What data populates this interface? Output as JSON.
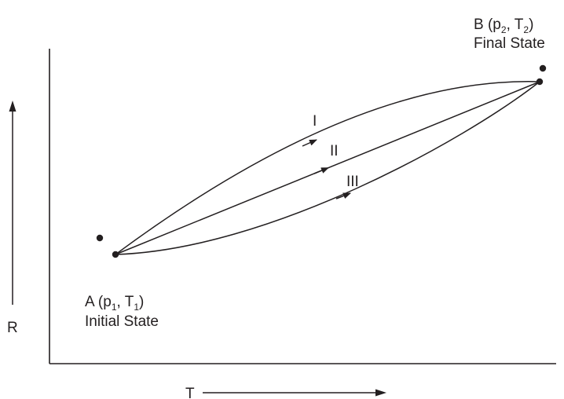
{
  "axes": {
    "x_label": "T",
    "y_label": "R"
  },
  "points": {
    "A": {
      "letter": "A",
      "p": "p",
      "p_sub": "1",
      "t": "T",
      "t_sub": "1",
      "caption": "Initial State"
    },
    "B": {
      "letter": "B",
      "p": "p",
      "p_sub": "2",
      "t": "T",
      "t_sub": "2",
      "caption": "Final State"
    }
  },
  "paths": [
    {
      "label": "I"
    },
    {
      "label": "II"
    },
    {
      "label": "III"
    }
  ],
  "colors": {
    "ink": "#231f20",
    "background": "#ffffff"
  }
}
